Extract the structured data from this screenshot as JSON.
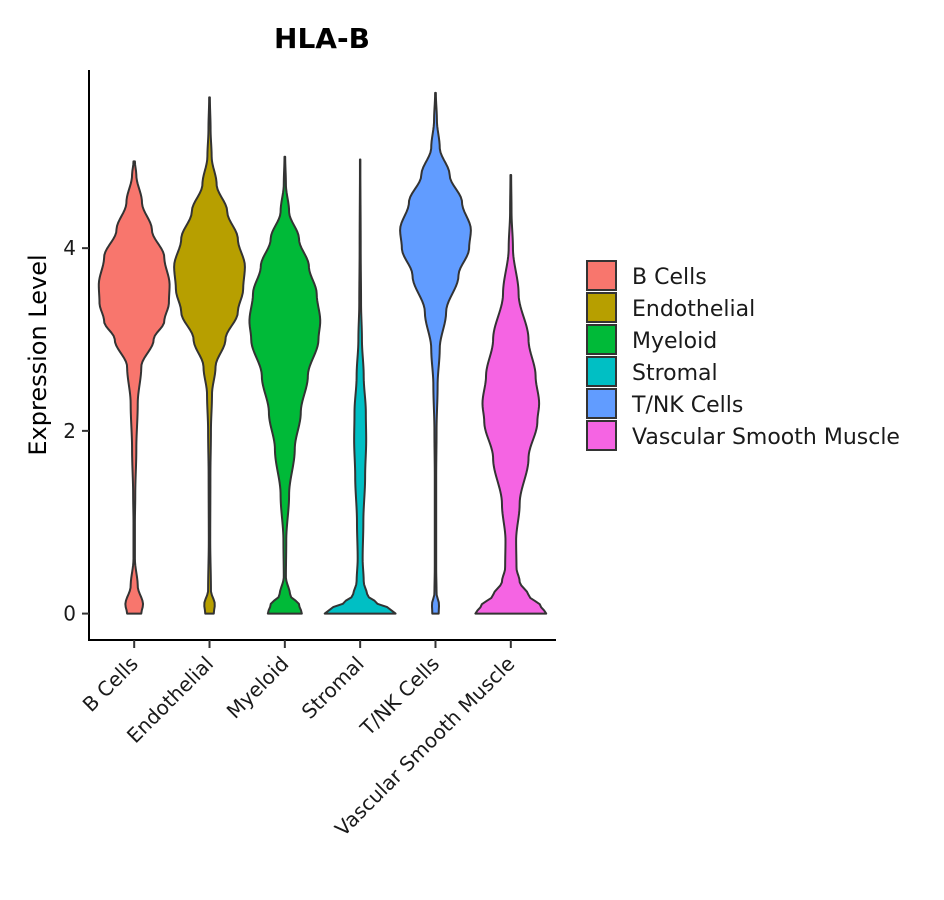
{
  "chart_data": {
    "type": "violin",
    "title": "HLA-B",
    "xlabel": "",
    "ylabel": "Expression Level",
    "ylim": [
      -0.3,
      5.95
    ],
    "yticks": [
      0,
      2,
      4
    ],
    "categories": [
      "B Cells",
      "Endothelial",
      "Myeloid",
      "Stromal",
      "T/NK Cells",
      "Vascular Smooth Muscle"
    ],
    "legend": {
      "position": "right",
      "entries": [
        "B Cells",
        "Endothelial",
        "Myeloid",
        "Stromal",
        "T/NK Cells",
        "Vascular Smooth Muscle"
      ]
    },
    "colors": [
      "#F8766D",
      "#B79F00",
      "#00BA38",
      "#00BFC4",
      "#619CFF",
      "#F564E3"
    ],
    "outline_color": "#333333",
    "series": [
      {
        "name": "B Cells",
        "max": 4.95,
        "profile": [
          [
            0,
            0.2
          ],
          [
            0.1,
            0.25
          ],
          [
            0.3,
            0.1
          ],
          [
            0.6,
            0.02
          ],
          [
            1.0,
            0.02
          ],
          [
            1.3,
            0.03
          ],
          [
            1.8,
            0.06
          ],
          [
            2.3,
            0.1
          ],
          [
            2.7,
            0.2
          ],
          [
            3.0,
            0.55
          ],
          [
            3.2,
            0.85
          ],
          [
            3.4,
            0.98
          ],
          [
            3.6,
            1.0
          ],
          [
            3.9,
            0.85
          ],
          [
            4.2,
            0.5
          ],
          [
            4.5,
            0.22
          ],
          [
            4.8,
            0.06
          ],
          [
            4.95,
            0.02
          ]
        ]
      },
      {
        "name": "Endothelial",
        "max": 5.65,
        "profile": [
          [
            0,
            0.12
          ],
          [
            0.1,
            0.15
          ],
          [
            0.25,
            0.04
          ],
          [
            0.8,
            0.02
          ],
          [
            1.5,
            0.025
          ],
          [
            2.0,
            0.04
          ],
          [
            2.4,
            0.07
          ],
          [
            2.7,
            0.17
          ],
          [
            3.0,
            0.45
          ],
          [
            3.3,
            0.8
          ],
          [
            3.55,
            0.95
          ],
          [
            3.8,
            1.0
          ],
          [
            4.1,
            0.8
          ],
          [
            4.4,
            0.5
          ],
          [
            4.7,
            0.2
          ],
          [
            5.0,
            0.06
          ],
          [
            5.3,
            0.03
          ],
          [
            5.65,
            0.01
          ]
        ]
      },
      {
        "name": "Myeloid",
        "max": 5.0,
        "profile": [
          [
            0,
            0.48
          ],
          [
            0.1,
            0.4
          ],
          [
            0.2,
            0.15
          ],
          [
            0.4,
            0.03
          ],
          [
            0.8,
            0.04
          ],
          [
            1.3,
            0.12
          ],
          [
            1.8,
            0.28
          ],
          [
            2.2,
            0.45
          ],
          [
            2.6,
            0.65
          ],
          [
            3.0,
            0.95
          ],
          [
            3.2,
            1.0
          ],
          [
            3.5,
            0.9
          ],
          [
            3.8,
            0.68
          ],
          [
            4.1,
            0.4
          ],
          [
            4.4,
            0.12
          ],
          [
            4.7,
            0.03
          ],
          [
            5.0,
            0.01
          ]
        ]
      },
      {
        "name": "Stromal",
        "max": 4.97,
        "profile": [
          [
            0,
            1.0
          ],
          [
            0.05,
            0.85
          ],
          [
            0.12,
            0.45
          ],
          [
            0.2,
            0.2
          ],
          [
            0.35,
            0.1
          ],
          [
            0.6,
            0.07
          ],
          [
            1.0,
            0.09
          ],
          [
            1.5,
            0.14
          ],
          [
            1.9,
            0.17
          ],
          [
            2.2,
            0.16
          ],
          [
            2.6,
            0.1
          ],
          [
            3.0,
            0.05
          ],
          [
            3.4,
            0.025
          ],
          [
            4.0,
            0.015
          ],
          [
            4.97,
            0.005
          ]
        ]
      },
      {
        "name": "T/NK Cells",
        "max": 5.7,
        "profile": [
          [
            0,
            0.09
          ],
          [
            0.1,
            0.1
          ],
          [
            0.22,
            0.03
          ],
          [
            0.5,
            0.02
          ],
          [
            1.5,
            0.02
          ],
          [
            2.0,
            0.03
          ],
          [
            2.5,
            0.06
          ],
          [
            2.9,
            0.12
          ],
          [
            3.3,
            0.3
          ],
          [
            3.7,
            0.65
          ],
          [
            4.0,
            0.95
          ],
          [
            4.2,
            1.0
          ],
          [
            4.5,
            0.75
          ],
          [
            4.8,
            0.4
          ],
          [
            5.1,
            0.12
          ],
          [
            5.4,
            0.04
          ],
          [
            5.7,
            0.01
          ]
        ]
      },
      {
        "name": "Vascular Smooth Muscle",
        "max": 4.8,
        "profile": [
          [
            0,
            1.0
          ],
          [
            0.08,
            0.85
          ],
          [
            0.2,
            0.5
          ],
          [
            0.35,
            0.25
          ],
          [
            0.5,
            0.16
          ],
          [
            0.8,
            0.15
          ],
          [
            1.2,
            0.25
          ],
          [
            1.7,
            0.5
          ],
          [
            2.1,
            0.75
          ],
          [
            2.3,
            0.8
          ],
          [
            2.6,
            0.7
          ],
          [
            3.0,
            0.5
          ],
          [
            3.5,
            0.22
          ],
          [
            4.0,
            0.06
          ],
          [
            4.4,
            0.02
          ],
          [
            4.8,
            0.01
          ]
        ]
      }
    ]
  }
}
